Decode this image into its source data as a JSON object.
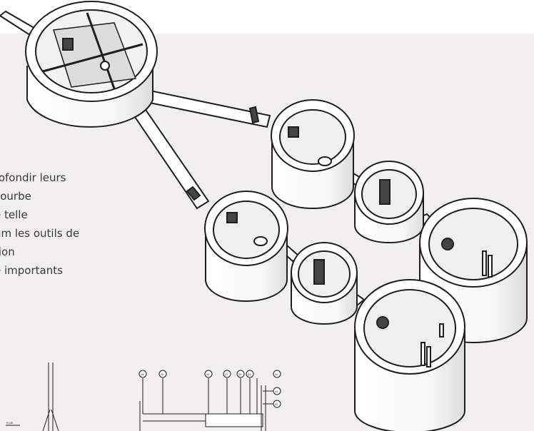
{
  "text_lines": [
    "rofondir leurs",
    "courbe",
    "e telle",
    "um les outils de",
    "tion",
    "e importants"
  ],
  "drawing": {
    "bubble_labels": [
      "24",
      "25",
      "26",
      "27",
      "28",
      "29",
      "30",
      "31",
      "32"
    ],
    "elevation_label": "+0,00"
  },
  "colors": {
    "panel": "#f1f0ee",
    "text": "#3a3a3a",
    "stroke": "#1e1e1e"
  }
}
